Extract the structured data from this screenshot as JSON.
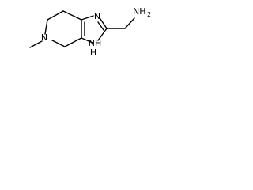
{
  "molecule": {
    "atoms": {
      "n_ring_methyl": "N",
      "n_imidazole_top": "N",
      "nh_imidazole_bottom": "NH",
      "nh2_amine": "NH",
      "nh2_subscript": "2",
      "hydrogen_prefix": "H"
    }
  }
}
